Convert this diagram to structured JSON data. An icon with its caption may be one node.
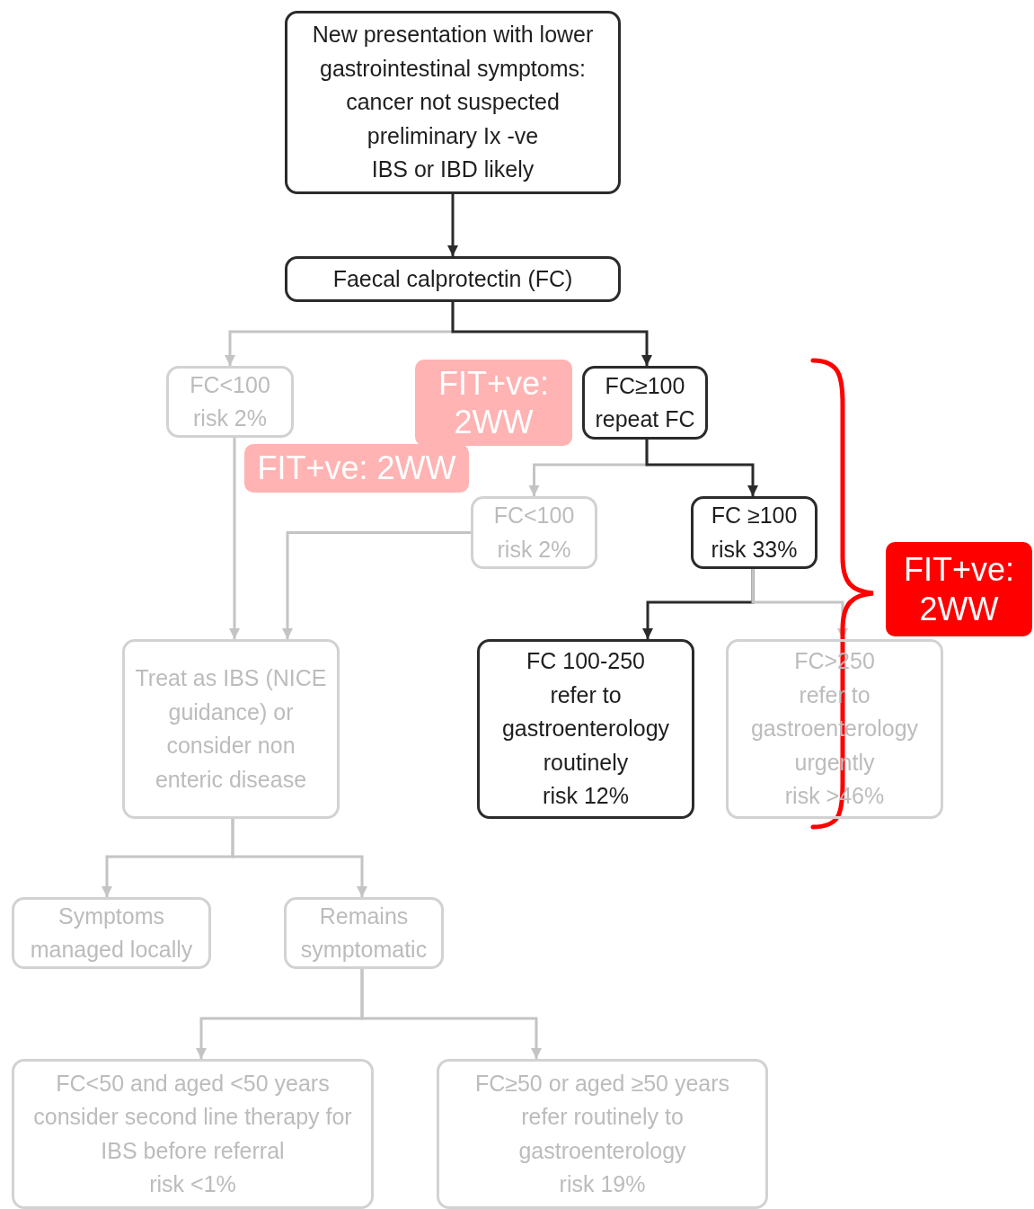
{
  "diagram": {
    "nodes": [
      {
        "text": [
          "New presentation with lower gastrointestinal symptoms:",
          "cancer not suspected",
          "preliminary Ix -ve",
          "IBS or IBD likely"
        ]
      },
      {
        "text": [
          "Faecal calprotectin (FC)"
        ]
      },
      {
        "text": [
          "FC<100",
          "risk 2%"
        ]
      },
      {
        "text": [
          "FC≥100",
          "repeat FC"
        ]
      },
      {
        "text": [
          "FC<100",
          "risk 2%"
        ]
      },
      {
        "text": [
          "FC ≥100",
          "risk 33%"
        ]
      },
      {
        "text": [
          "Treat as IBS (NICE guidance) or consider non enteric disease"
        ]
      },
      {
        "text": [
          "FC 100-250",
          "refer to gastroenterology routinely",
          "risk 12%"
        ]
      },
      {
        "text": [
          "FC>250",
          "refer to gastroenterology urgently",
          "risk >46%"
        ]
      },
      {
        "text": [
          "Symptoms managed locally"
        ]
      },
      {
        "text": [
          "Remains symptomatic"
        ]
      },
      {
        "text": [
          "FC<50 and aged <50 years",
          "consider second line therapy for IBS before referral",
          "risk <1%"
        ]
      },
      {
        "text": [
          "FC≥50 or aged ≥50 years",
          "refer routinely to gastroenterology",
          "risk 19%"
        ]
      },
      {
        "text": [
          "FIT+ve: 2WW"
        ]
      },
      {
        "text": [
          "FIT+ve: 2WW"
        ]
      },
      {
        "text": [
          "FIT+ve: 2WW"
        ]
      }
    ],
    "edges": [
      {
        "from": 0,
        "to": 1,
        "arrow": "to",
        "color": "#2b2b2b"
      },
      {
        "from": 1,
        "to": 2,
        "arrow": "to"
      },
      {
        "from": 1,
        "to": 3,
        "arrow": "to",
        "color": "#2b2b2b"
      },
      {
        "from": 3,
        "to": 4,
        "arrow": "to"
      },
      {
        "from": 3,
        "to": 5,
        "arrow": "to",
        "color": "#2b2b2b"
      },
      {
        "from": 2,
        "to": 6,
        "arrow": "to"
      },
      {
        "from": 4,
        "to": 6,
        "arrow": "to"
      },
      {
        "from": 5,
        "to": 7,
        "arrow": "to",
        "color": "#2b2b2b"
      },
      {
        "from": 5,
        "to": 8,
        "arrow": "to"
      },
      {
        "from": 6,
        "to": 9,
        "arrow": "to"
      },
      {
        "from": 6,
        "to": 10,
        "arrow": "to"
      },
      {
        "from": 10,
        "to": 11,
        "arrow": "to"
      },
      {
        "from": 10,
        "to": 12,
        "arrow": "to"
      }
    ]
  }
}
